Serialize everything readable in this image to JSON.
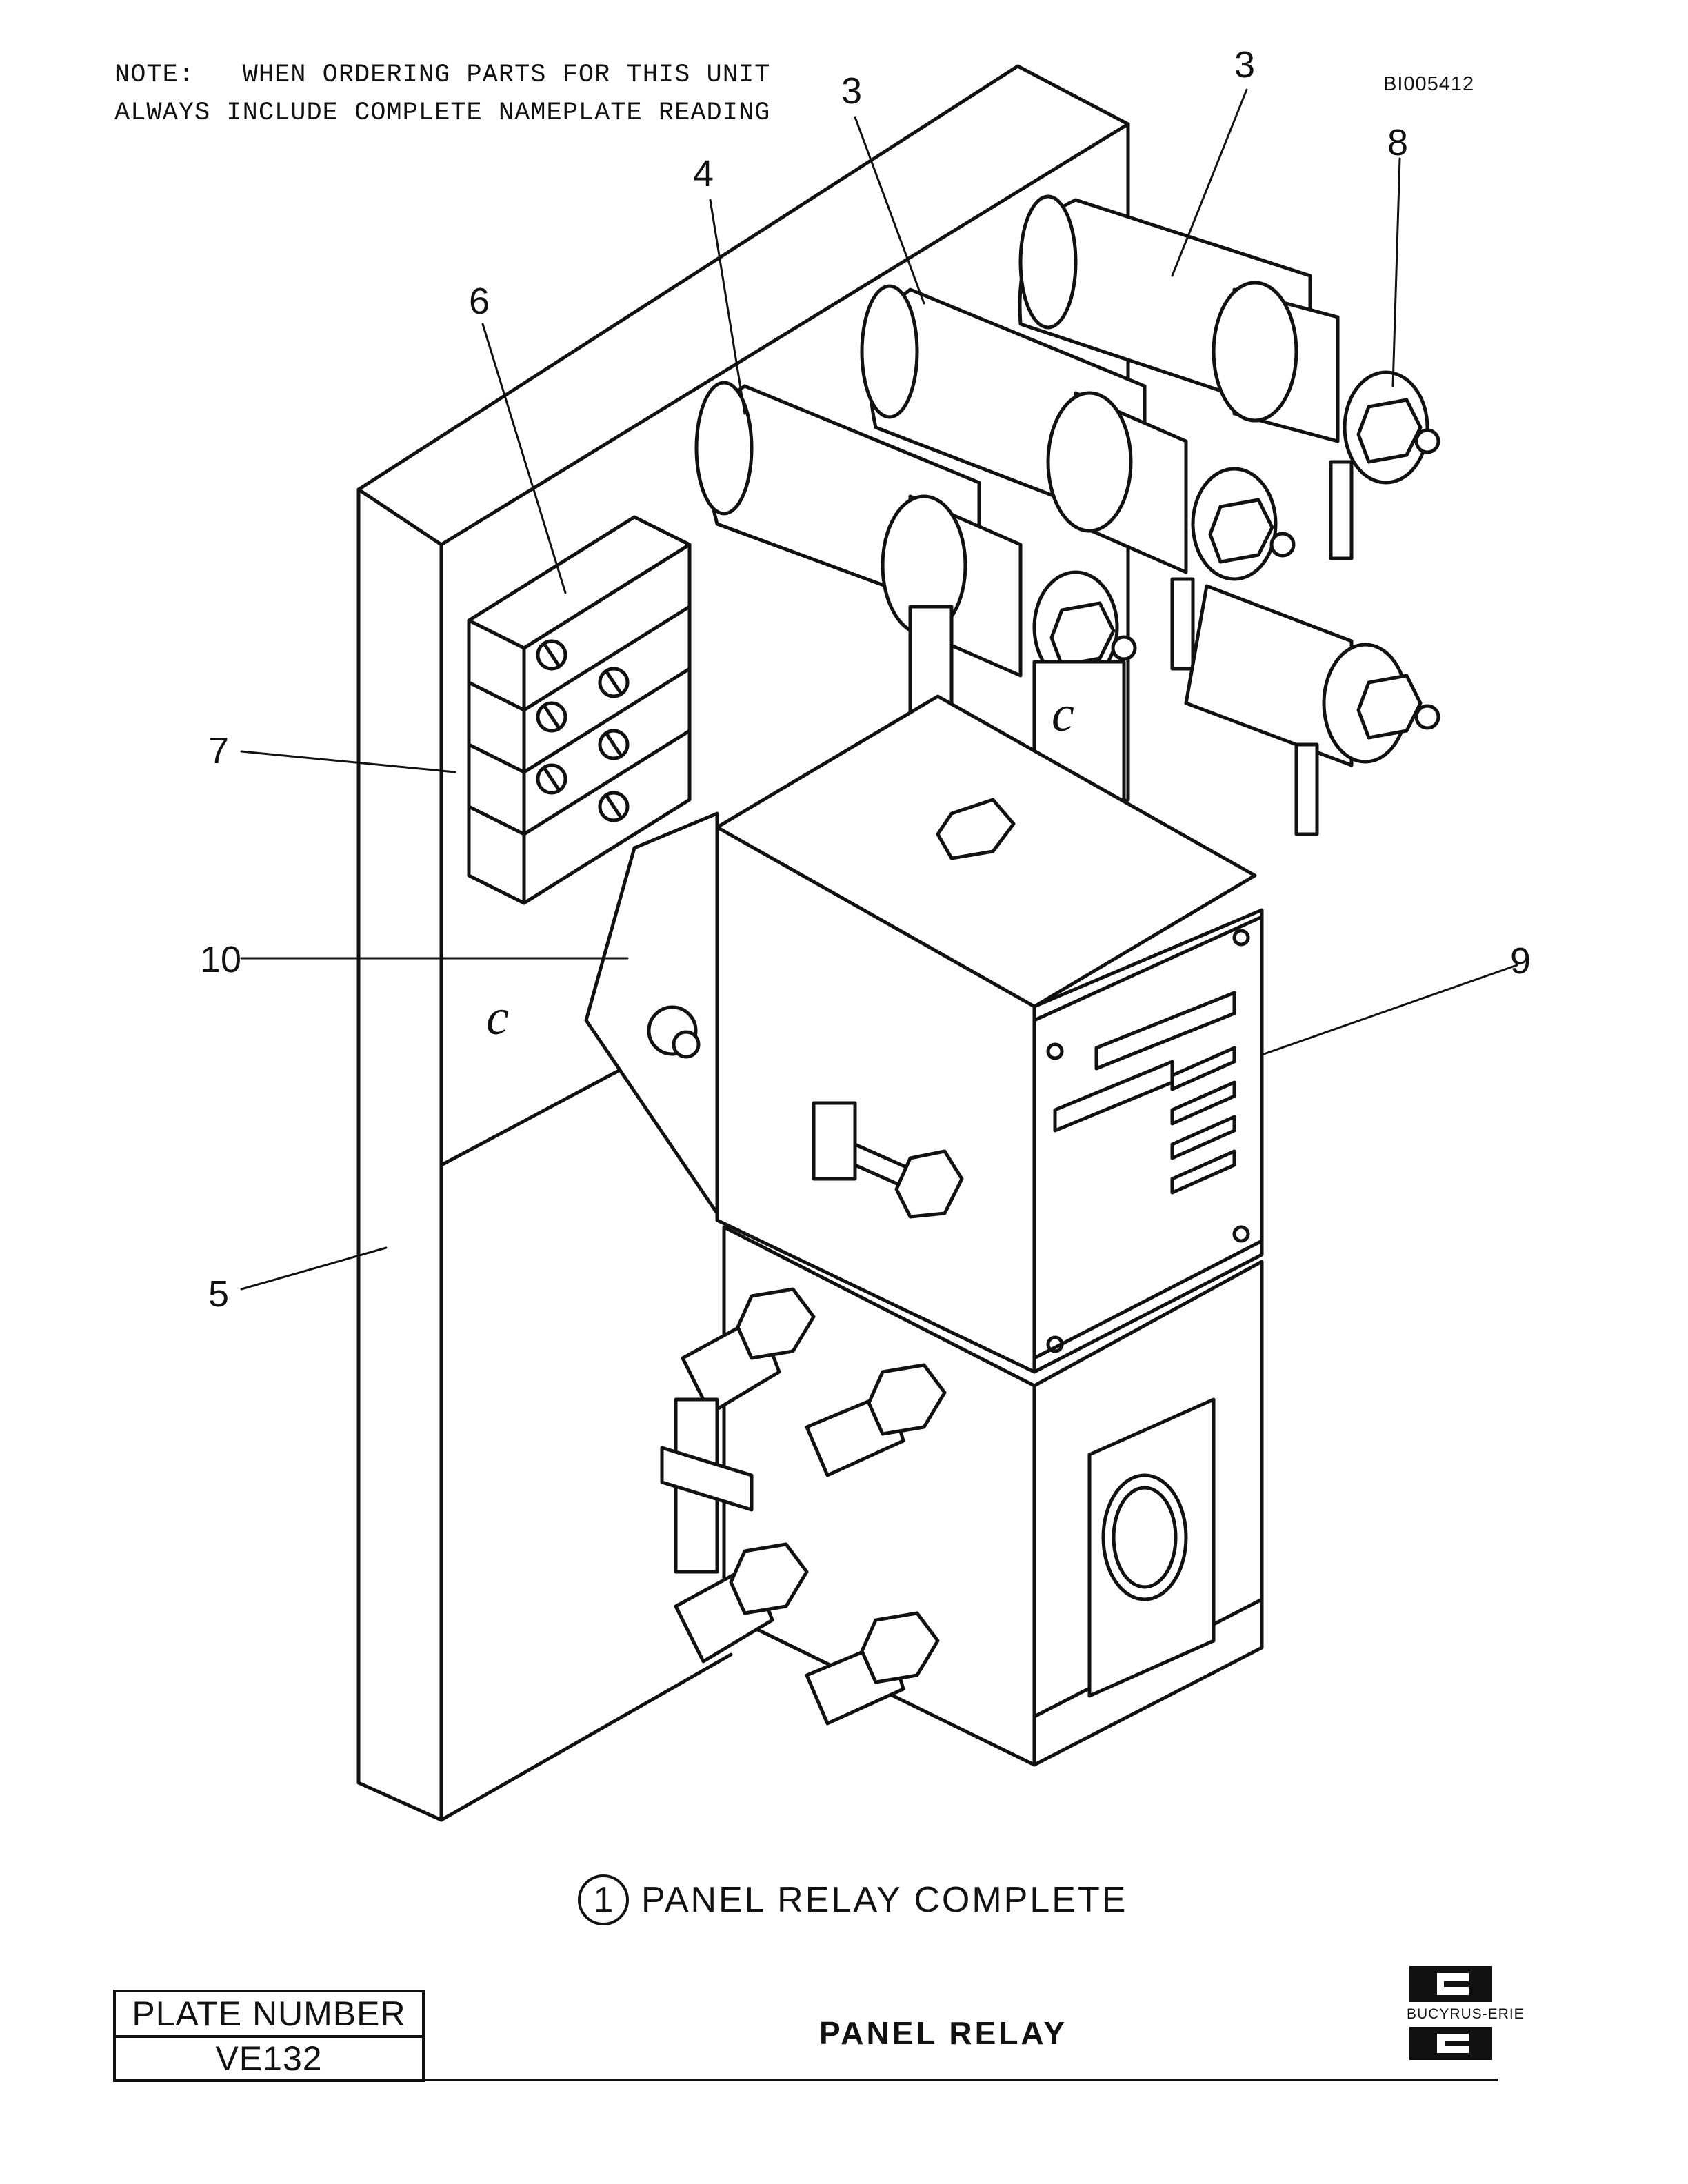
{
  "note": {
    "line1": "NOTE:   WHEN ORDERING PARTS FOR THIS UNIT",
    "line2": "ALWAYS INCLUDE COMPLETE NAMEPLATE READING"
  },
  "doc_id": "BI005412",
  "callouts": {
    "c3a": "3",
    "c3b": "3",
    "c4": "4",
    "c8": "8",
    "c6": "6",
    "c7": "7",
    "c10": "10",
    "c9": "9",
    "c5": "5"
  },
  "caption": {
    "number": "1",
    "text": "PANEL RELAY COMPLETE"
  },
  "plate": {
    "label": "PLATE NUMBER",
    "number": "VE132"
  },
  "title": "PANEL RELAY",
  "logo": {
    "name": "BUCYRUS-ERIE"
  }
}
